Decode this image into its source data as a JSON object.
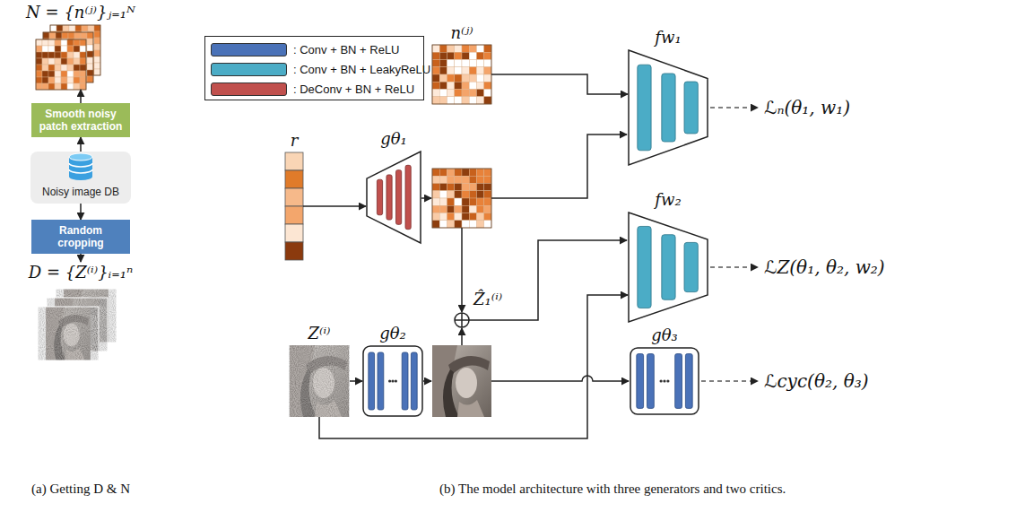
{
  "diagram": {
    "nodes": [
      {
        "text": [
          "N = {n⁽ʲ⁾}ⱼ₌₁ᴺ"
        ]
      },
      {
        "text": [
          "Smooth noisy patch extraction"
        ]
      },
      {
        "text": [
          "Noisy image DB"
        ]
      },
      {
        "text": [
          "Random cropping"
        ]
      },
      {
        "text": [
          "D = {Z⁽ⁱ⁾}ᵢ₌₁ⁿ"
        ]
      },
      {
        "text": [
          "n⁽ʲ⁾"
        ]
      },
      {
        "text": [
          "fw₁"
        ]
      },
      {
        "text": [
          "r"
        ]
      },
      {
        "text": [
          "gθ₁"
        ]
      },
      {
        "text": [
          "fw₂"
        ]
      },
      {
        "text": [
          "Z⁽ⁱ⁾"
        ]
      },
      {
        "text": [
          "gθ₂"
        ]
      },
      {
        "text": [
          "gθ₃"
        ]
      }
    ],
    "edges": [
      {
        "from": 2,
        "to": 1,
        "arrow": "to"
      },
      {
        "from": 1,
        "to": 0,
        "arrow": "to"
      },
      {
        "from": 2,
        "to": 3,
        "arrow": "to"
      },
      {
        "from": 3,
        "to": 4,
        "arrow": "to"
      },
      {
        "from": 7,
        "to": 8,
        "arrow": "to"
      },
      {
        "from": 5,
        "to": 6,
        "arrow": "to"
      },
      {
        "from": 10,
        "to": 11,
        "arrow": "to"
      },
      {
        "from": 10,
        "to": 9,
        "arrow": "to"
      }
    ],
    "labels": [
      "ℒₙ(θ₁, w₁)",
      "ℒZ(θ₁, θ₂, w₂)",
      "ℒcyc(θ₂, θ₃)",
      "Ẑ₁⁽ⁱ⁾",
      "(a) Getting D & N",
      "(b) The model architecture with three generators and two critics."
    ],
    "legend": [
      {
        "text": ": Conv + BN + ReLU",
        "color": "#4A72B8"
      },
      {
        "text": ": Conv + BN + LeakyReLU",
        "color": "#4BACC6"
      },
      {
        "text": ": DeConv + BN + ReLU",
        "color": "#C0504D"
      }
    ]
  }
}
